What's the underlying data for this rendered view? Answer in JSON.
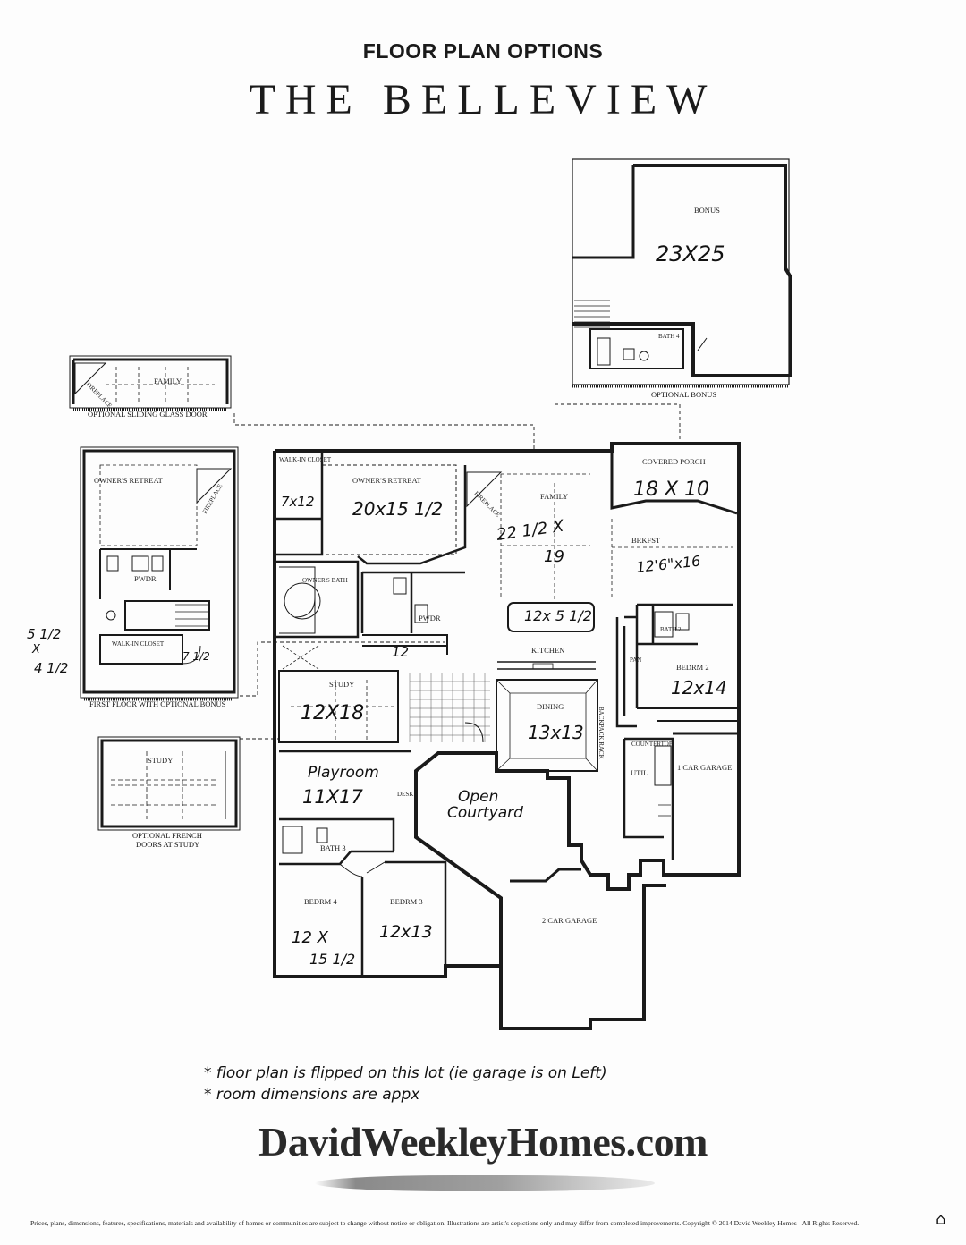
{
  "header": {
    "kicker": "FLOOR PLAN OPTIONS",
    "title": "THE BELLEVIEW"
  },
  "panels": {
    "optional_bonus": {
      "caption": "OPTIONAL BONUS",
      "room_bonus": "BONUS",
      "room_bath4": "BATH 4",
      "hand_bonus": "23X25"
    },
    "optional_sliding_door": {
      "caption": "OPTIONAL SLIDING GLASS DOOR",
      "room_family": "FAMILY",
      "fireplace": "FIREPLACE"
    },
    "first_floor_bonus": {
      "caption": "FIRST FLOOR WITH OPTIONAL BONUS",
      "room_owners_retreat": "OWNER'S RETREAT",
      "room_pwdr": "PWDR",
      "room_walkin": "WALK-IN CLOSET",
      "fireplace": "FIREPLACE",
      "hand_side_a": "5 1/2",
      "hand_side_x": "X",
      "hand_side_b": "4 1/2",
      "hand_closet": "7 1/2"
    },
    "optional_french_doors": {
      "caption_line1": "OPTIONAL FRENCH",
      "caption_line2": "DOORS AT STUDY",
      "room_study": "STUDY"
    }
  },
  "main_plan": {
    "rooms": {
      "covered_porch": "COVERED PORCH",
      "owners_retreat": "OWNER'S RETREAT",
      "walk_in_closet": "WALK-IN CLOSET",
      "family": "FAMILY",
      "fireplace": "FIREPLACE",
      "brkfst": "BRKFST",
      "owners_bath": "OWNER'S BATH",
      "pwdr": "PWDR",
      "kitchen": "KITCHEN",
      "bath2": "BATH 2",
      "bedrm2": "BEDRM 2",
      "study": "STUDY",
      "dining": "DINING",
      "util": "UTIL",
      "one_car_garage": "1 CAR GARAGE",
      "bath3": "BATH 3",
      "bedrm4": "BEDRM 4",
      "bedrm3": "BEDRM 3",
      "two_car_garage": "2 CAR GARAGE",
      "countertop": "COUNTERTOP",
      "backpack_rack": "BACKPACK RACK",
      "desk": "DESK",
      "pan": "PAN"
    },
    "handwritten": {
      "porch": "18 X 10",
      "owners_closet": "7x12",
      "owners_retreat": "20x15 1/2",
      "family_a": "22 1/2 X",
      "family_b": "19",
      "brkfst": "12'6\"x16",
      "island": "12x 5 1/2",
      "hall": "12",
      "bedrm2": "12x14",
      "study": "12X18",
      "dining": "13x13",
      "playroom_label": "Playroom",
      "playroom_dim": "11X17",
      "courtyard_a": "Open",
      "courtyard_b": "Courtyard",
      "bedrm4_a": "12 X",
      "bedrm4_b": "15 1/2",
      "bedrm3": "12x13"
    }
  },
  "notes": {
    "line1": "floor plan is flipped on this lot (ie garage is on Left)",
    "line2": "room dimensions are appx",
    "bullet": "*"
  },
  "brand": {
    "name": "DavidWeekleyHomes.com"
  },
  "footer": {
    "disclaimer": "Prices, plans, dimensions, features, specifications, materials and availability of homes or communities are subject to change without notice or obligation. Illustrations are artist's depictions only and may differ from completed improvements. Copyright © 2014 David Weekley Homes - All Rights Reserved.",
    "eho_icon": "equal-housing-icon"
  }
}
